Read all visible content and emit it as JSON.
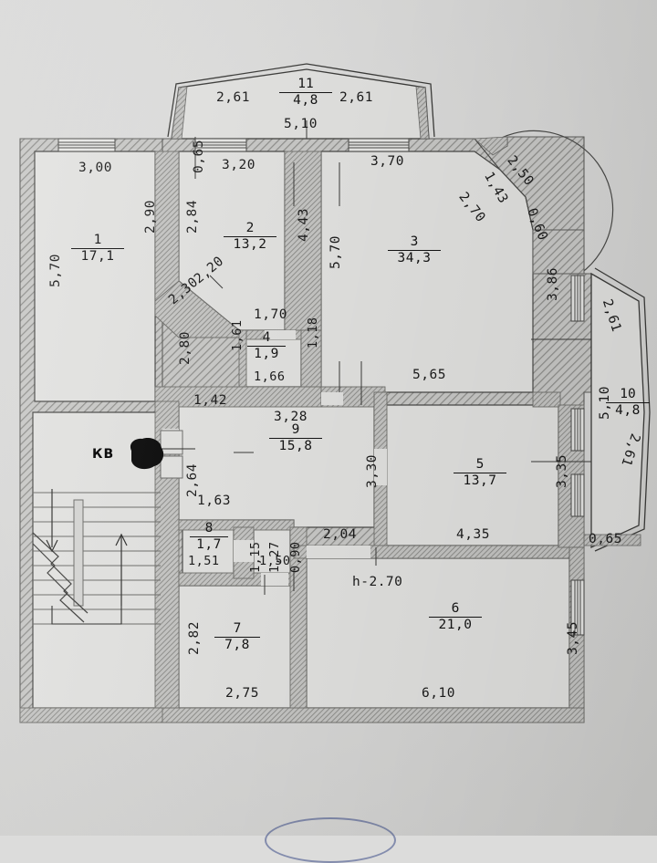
{
  "document": {
    "kind": "apartment-floor-plan-scan",
    "apartment_marker": "КВ",
    "ceiling_height_note": "h-2.70"
  },
  "rooms": [
    {
      "id": "1",
      "number": "1",
      "area": "17,1"
    },
    {
      "id": "2",
      "number": "2",
      "area": "13,2"
    },
    {
      "id": "3",
      "number": "3",
      "area": "34,3"
    },
    {
      "id": "4",
      "number": "4",
      "area": "1,9"
    },
    {
      "id": "5",
      "number": "5",
      "area": "13,7"
    },
    {
      "id": "6",
      "number": "6",
      "area": "21,0"
    },
    {
      "id": "7",
      "number": "7",
      "area": "7,8"
    },
    {
      "id": "8",
      "number": "8",
      "area": "1,7"
    },
    {
      "id": "9",
      "number": "9",
      "area": "15,8"
    },
    {
      "id": "10",
      "number": "10",
      "area": "4,8"
    },
    {
      "id": "11",
      "number": "11",
      "area": "4,8"
    }
  ],
  "dimensions": {
    "top_balcony": {
      "left_depth": "0,65",
      "left_run": "2,61",
      "right_run": "2,61",
      "inner_width": "5,10"
    },
    "top_wall": {
      "room1_width": "3,00",
      "room2_width": "3,20",
      "room3_width": "3,70"
    },
    "room1": {
      "left_height": "5,70",
      "right_height_upper": "2,90",
      "right_height_lower": "2,80"
    },
    "room2": {
      "left_height": "2,84",
      "right_height": "4,43",
      "diag_upper": "2,20",
      "diag_lower": "2,30",
      "bottom_width": "1,70"
    },
    "room3": {
      "left_height": "5,70",
      "bay_a": "2,50",
      "bay_b": "1,43",
      "bay_c": "2,70",
      "bay_d": "0,60",
      "right_height": "3,86",
      "bottom_width": "5,65"
    },
    "room4": {
      "left_height": "1,61",
      "right_height": "1,18",
      "width": "1,66"
    },
    "room9": {
      "left_offset": "1,42",
      "left_height": "2,64",
      "inner_left": "1,63",
      "top_width": "3,28",
      "right_height": "3,30",
      "door_width": "2,04"
    },
    "room8": {
      "width": "1,51",
      "right_height": "1,15"
    },
    "corridor_small": {
      "height_a": "1,27",
      "height_b": "0,90",
      "width": "1,50"
    },
    "room7": {
      "left_height": "2,82",
      "bottom_width": "2,75"
    },
    "room5": {
      "bottom_width": "4,35",
      "right_height": "3,35"
    },
    "room6": {
      "bottom_width": "6,10",
      "right_height": "3,45"
    },
    "right_balcony": {
      "upper_run": "2,61",
      "inner_height": "5,10",
      "lower_run": "2,61",
      "bottom_depth": "0,65"
    }
  }
}
